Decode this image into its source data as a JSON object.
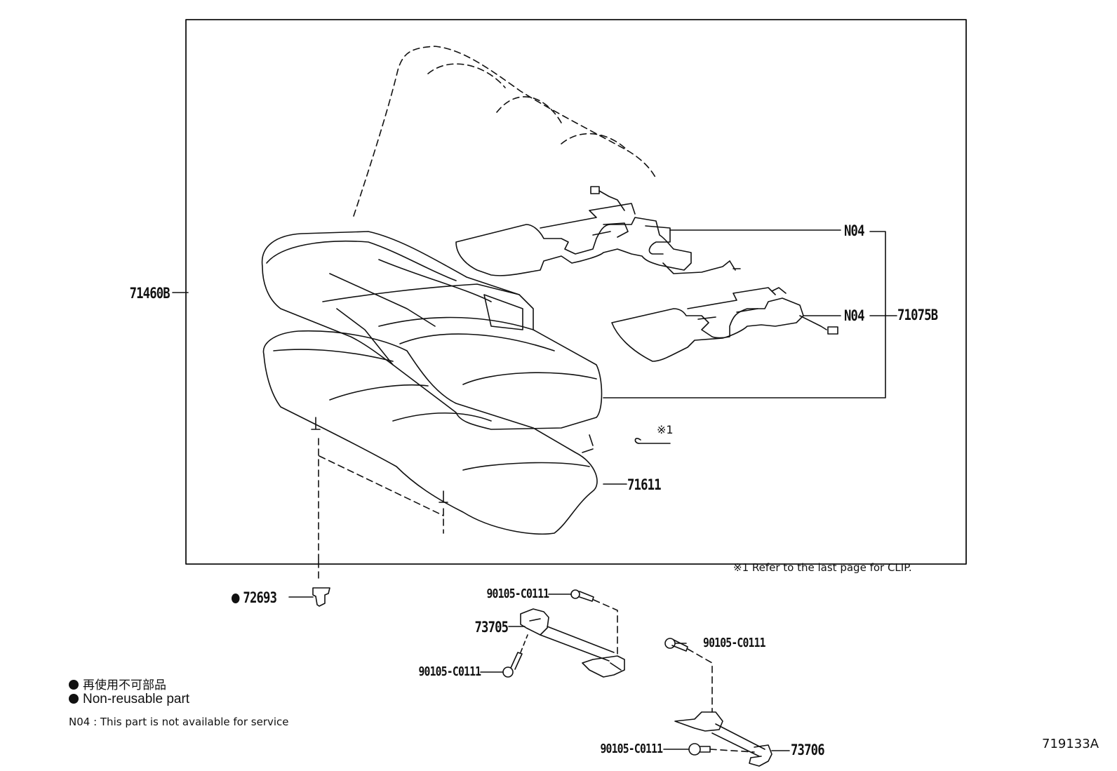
{
  "labels": {
    "p71460b": "71460B",
    "p71075b": "71075B",
    "n04_upper": "N04",
    "n04_lower": "N04",
    "p71611": "71611",
    "p72693": "72693",
    "p90105_a": "90105-C0111",
    "p73705": "73705",
    "p90105_b": "90105-C0111",
    "p90105_c": "90105-C0111",
    "p90105_d": "90105-C0111",
    "p73706": "73706"
  },
  "ref_marker": "※1",
  "ref_note": "※1  Refer to the last page for CLIP.",
  "legend": {
    "jp": "再使用不可部品",
    "en": "Non-reusable part",
    "n04": "N04 : This part is not available for service"
  },
  "diagram_code": "719133A",
  "colors": {
    "ink": "#111111",
    "background": "#ffffff"
  }
}
